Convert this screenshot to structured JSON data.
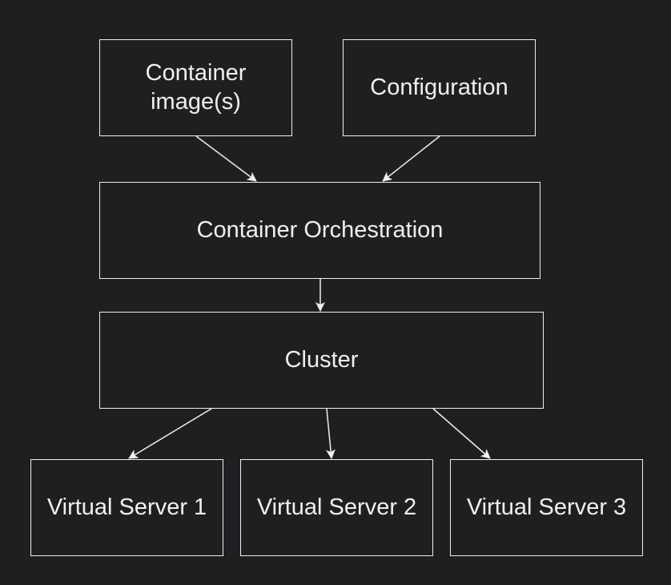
{
  "diagram": {
    "nodes": {
      "container_images": {
        "label_line1": "Container",
        "label_line2": "image(s)"
      },
      "configuration": {
        "label": "Configuration"
      },
      "orchestration": {
        "label": "Container Orchestration"
      },
      "cluster": {
        "label": "Cluster"
      },
      "vs1": {
        "label": "Virtual Server 1"
      },
      "vs2": {
        "label": "Virtual Server 2"
      },
      "vs3": {
        "label": "Virtual Server 3"
      }
    },
    "edges": [
      {
        "from": "container_images",
        "to": "orchestration"
      },
      {
        "from": "configuration",
        "to": "orchestration"
      },
      {
        "from": "orchestration",
        "to": "cluster"
      },
      {
        "from": "cluster",
        "to": "vs1"
      },
      {
        "from": "cluster",
        "to": "vs2"
      },
      {
        "from": "cluster",
        "to": "vs3"
      }
    ],
    "colors": {
      "background": "#1e1f21",
      "stroke": "#f0f0f0",
      "text": "#f0f0f0"
    }
  }
}
